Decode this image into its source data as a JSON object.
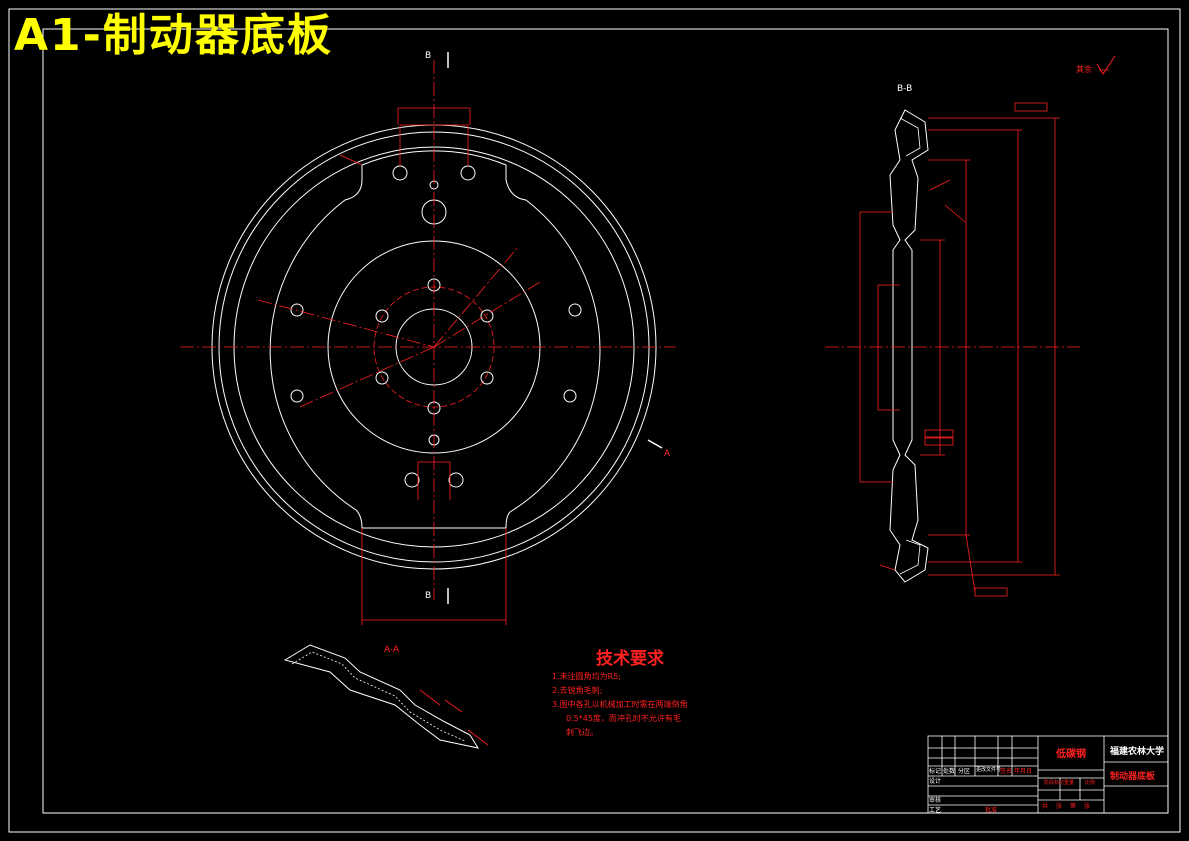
{
  "title": "A1-制动器底板",
  "section_labels": {
    "bb_top": "B",
    "bb_bottom": "B",
    "a_arrow": "A",
    "aa_view": "A-A",
    "bb_view": "B-B"
  },
  "roughness_note": "其余",
  "technical_requirements": {
    "heading": "技术要求",
    "items": [
      "1.未注圆角均为R5;",
      "2.去锐角毛刺;",
      "3.图中各孔以机械加工时需在两端倒角",
      "0.5*45度，而冲孔时不允许有毛",
      "刺飞边。"
    ]
  },
  "title_block": {
    "school": "福建农林大学",
    "part_name": "制动器底板",
    "material": "低碳钢",
    "row_labels": [
      "标记",
      "处数",
      "分区",
      "更改文件号",
      "签名",
      "年月日"
    ],
    "side_labels": [
      "设计",
      "审核",
      "工艺",
      "批准"
    ],
    "stage_labels": [
      "阶段标记",
      "重量",
      "比例"
    ],
    "sheet_labels": [
      "共",
      "张",
      "第",
      "张"
    ]
  },
  "colors": {
    "outline": "#ffffff",
    "dimension": "#ff2020",
    "title_text": "#ffff00",
    "background": "#000000"
  }
}
